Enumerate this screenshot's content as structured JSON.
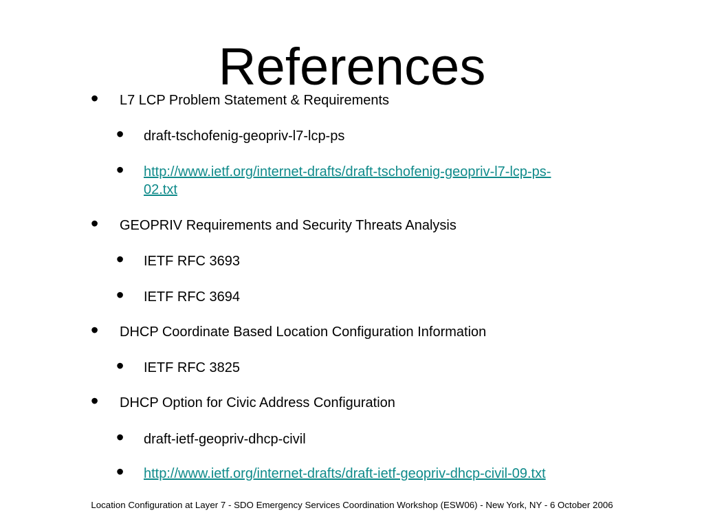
{
  "slide": {
    "title": "References",
    "bullets": [
      {
        "bullet_glyph": "•",
        "text": "L7 LCP Problem Statement & Requirements"
      },
      {
        "bullet_glyph": "•",
        "text": "draft-tschofenig-geopriv-l7-lcp-ps"
      },
      {
        "bullet_glyph": "•",
        "text": "http://www.ietf.org/internet-drafts/draft-tschofenig-geopriv-l7-lcp-ps-02.txt",
        "link_line_1": "http://www.ietf.org/internet-drafts/draft-tschofenig-geopriv-l7-lcp-ps-",
        "link_line_2": "02.txt"
      },
      {
        "bullet_glyph": "•",
        "text": "GEOPRIV Requirements and Security Threats Analysis"
      },
      {
        "bullet_glyph": "•",
        "text": "IETF RFC 3693"
      },
      {
        "bullet_glyph": "•",
        "text": "IETF RFC 3694"
      },
      {
        "bullet_glyph": "•",
        "text": "DHCP Coordinate Based Location Configuration Information"
      },
      {
        "bullet_glyph": "•",
        "text": "IETF RFC 3825"
      },
      {
        "bullet_glyph": "•",
        "text": "DHCP Option for Civic Address Configuration"
      },
      {
        "bullet_glyph": "•",
        "text": "draft-ietf-geopriv-dhcp-civil"
      },
      {
        "bullet_glyph": "•",
        "text": "http://www.ietf.org/internet-drafts/draft-ietf-geopriv-dhcp-civil-09.txt"
      }
    ],
    "footer": "Location Configuration at Layer 7 - SDO Emergency Services Coordination Workshop (ESW06) - New York, NY - 6 October 2006"
  },
  "colors": {
    "background": "#ffffff",
    "text": "#000000",
    "link": "#0f8a8a"
  }
}
